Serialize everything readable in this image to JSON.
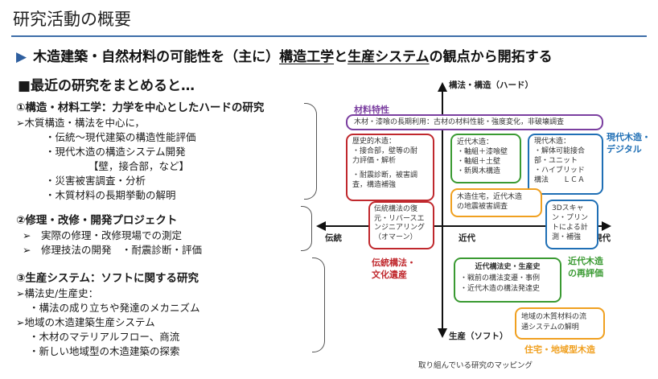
{
  "header": {
    "title": "研究活動の概要",
    "subtitle_marker": "▶",
    "subtitle_pre": "木造建築・自然材料の可能性を（主に）",
    "subtitle_u1": "構造工学",
    "subtitle_mid": "と",
    "subtitle_u2": "生産システム",
    "subtitle_post": "の観点から開拓する",
    "summary": "■最近の研究をまとめると…"
  },
  "sections": {
    "s1": {
      "heading": "①構造・材料工学：力学を中心としたハードの研究",
      "lines": [
        "➢木質構造・構法を中心に，",
        "・伝統～現代建築の構造性能評価",
        "・現代木造の構造システム開発",
        "【壁，接合部，など】",
        "・災害被害調査・分析",
        "・木質材料の長期挙動の解明"
      ]
    },
    "s2": {
      "heading": "②修理・改修・開発プロジェクト",
      "lines": [
        "➢　実際の修理・改修現場での測定",
        "➢　修理技法の開発　・耐震診断・評価"
      ]
    },
    "s3": {
      "heading": "③生産システム：ソフトに関する研究",
      "lines": [
        "➢構法史/生産史：",
        "・構法の成り立ちや発達のメカニズム",
        "➢地域の木造建築生産システム",
        "・木材のマテリアルフロー、商流",
        "・新しい地域型の木造建築の探索"
      ]
    }
  },
  "diagram": {
    "axes": {
      "top": "構法・構造（ハード）",
      "bottom": "生産（ソフト）",
      "left": "伝統",
      "center": "近代",
      "right": "現代"
    },
    "categories": {
      "materials": "材料特性",
      "modern_digital": [
        "現代木造・",
        "デジタル"
      ],
      "traditional": [
        "伝統構法・",
        "文化遺産"
      ],
      "modern_reval": [
        "近代木造",
        "の再評価"
      ],
      "housing": "住宅・地域型木造"
    },
    "boxes": {
      "materials": "木材・漆喰の長期利用：古材の材料性能・強度変化，非破壊調査",
      "historical": [
        "歴史的木造：",
        "・接合部，壁等の耐",
        "力評価・解析",
        "",
        "・耐震診断，被害調",
        "査，構造補強"
      ],
      "modern_wood": [
        "近代木造：",
        "・軸組＋漆喰壁",
        "・軸組＋土壁",
        "・新興木構造"
      ],
      "contemporary": [
        "現代木造：",
        "・解体可能接合",
        "部・ユニット",
        "・ハイブリッド",
        "構法　　ＬＣＡ"
      ],
      "damage": [
        "木造住宅，近代木造",
        "の地震被害調査"
      ],
      "restoration": [
        "伝統構法の復",
        "元・リバースエ",
        "ンジニアリング",
        "（オマーン）"
      ],
      "scan": [
        "3Dスキャ",
        "ン・プリン",
        "トによる計",
        "測・補強"
      ],
      "history": [
        "近代構法史・生産史",
        "・戦前の構法変遷・事例",
        "・近代木造の構法発達史"
      ],
      "distribution": [
        "地域の木質材料の流",
        "通システムの解明"
      ]
    },
    "caption": "取り組んでいる研究のマッピング"
  },
  "colors": {
    "accent": "#2f5f9f",
    "purple": "#7b3fa0",
    "red": "#c0282d",
    "blue": "#1f6fb5",
    "green": "#3a9a32",
    "orange": "#f0a020"
  }
}
